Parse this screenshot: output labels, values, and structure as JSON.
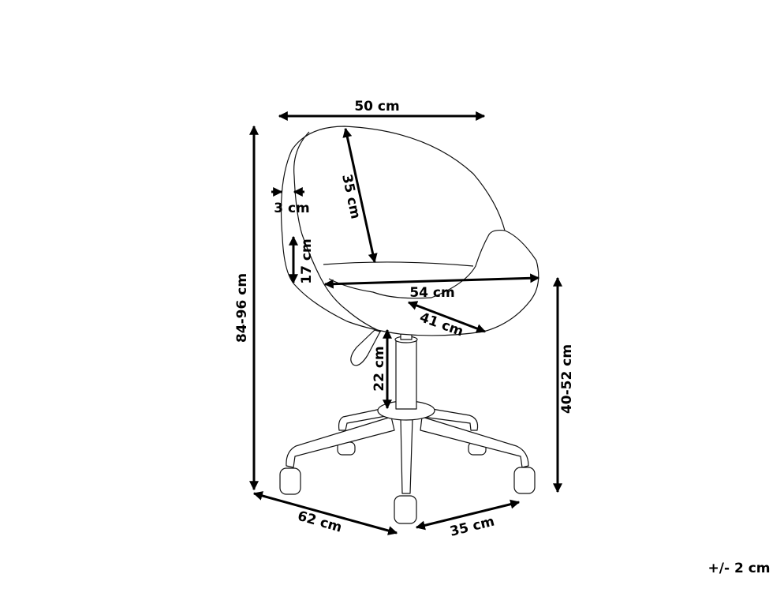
{
  "title": "Office chair dimensions",
  "dimensions": {
    "width": "50 cm",
    "backrest_height": "35 cm",
    "shell_thickness": "3 cm",
    "armrest_height": "17 cm",
    "seat_width": "54 cm",
    "seat_depth": "41 cm",
    "column_height": "22 cm",
    "total_height": "84-96 cm",
    "seat_height": "40-52 cm",
    "base_width": "62 cm",
    "leg_spacing": "35 cm"
  },
  "tolerance": "+/- 2 cm"
}
